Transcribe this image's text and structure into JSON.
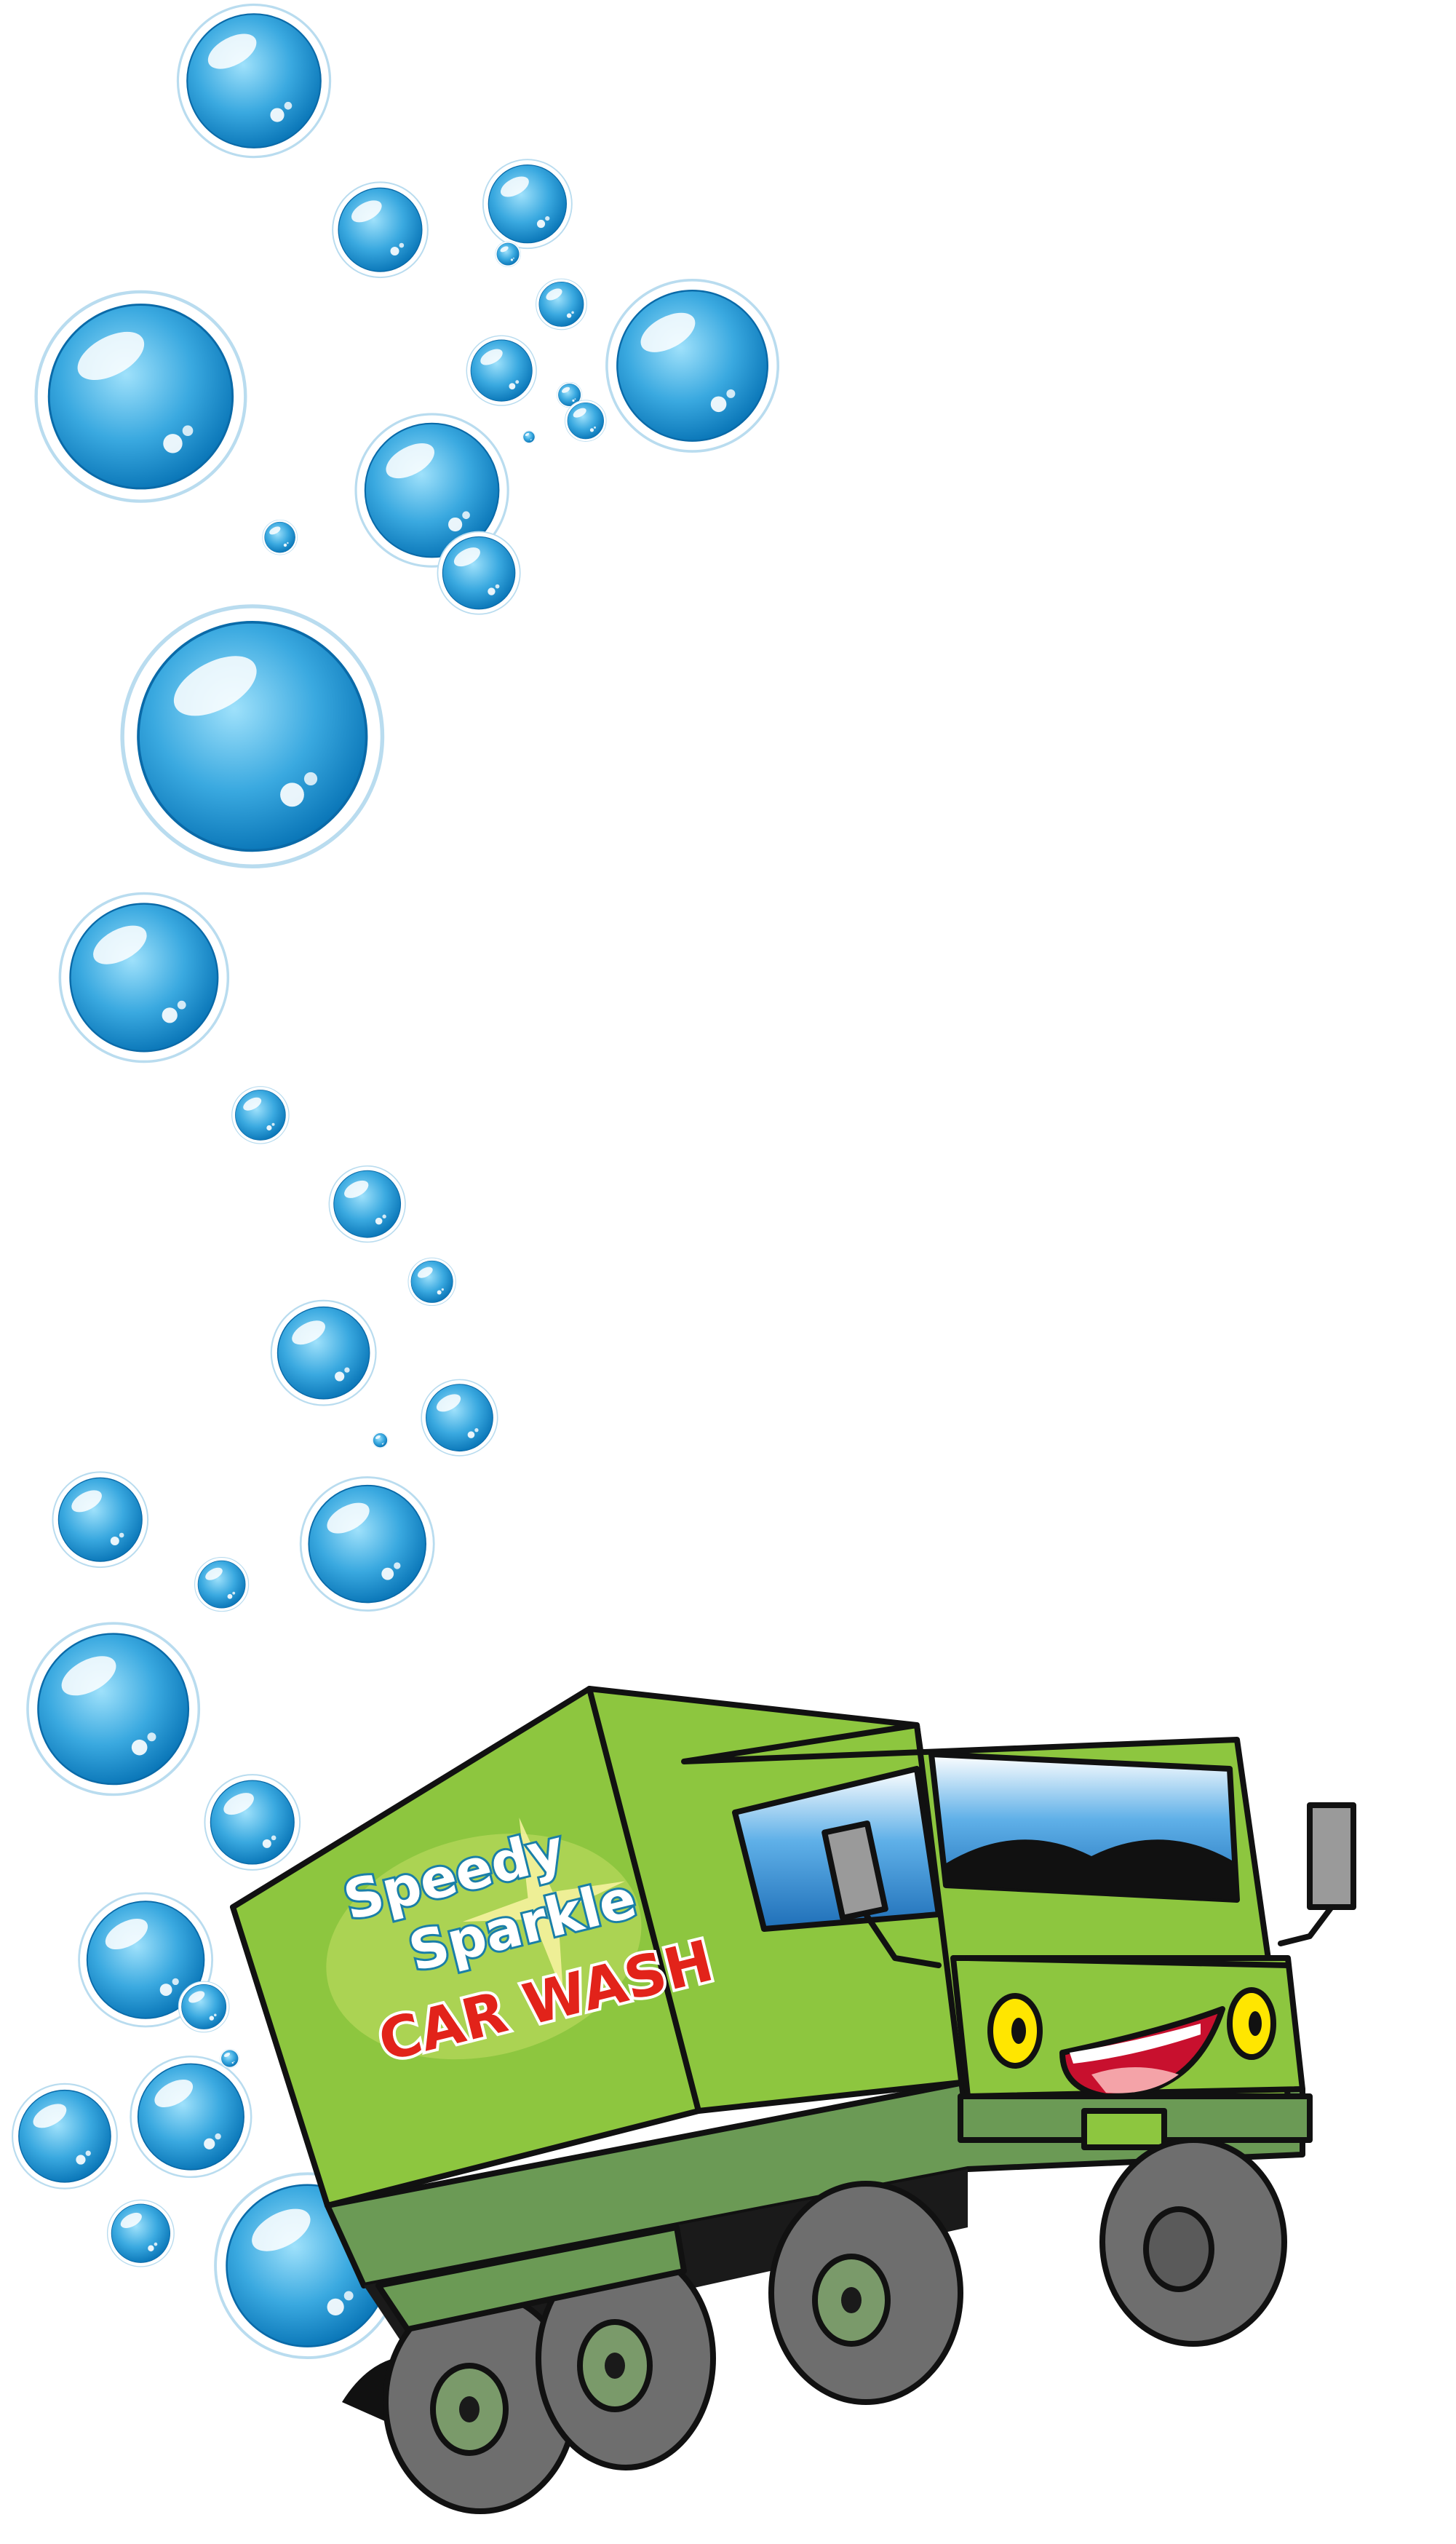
{
  "colors": {
    "bubble_light": "#8fd8f7",
    "bubble_dark": "#0a7fc1",
    "bubble_rim": "#d7ecf7",
    "truck_green": "#8dc63f",
    "truck_dark_green": "#5a8a3a",
    "wheel_gray": "#6e6e6e",
    "wheel_hub": "#7a9a6a",
    "window_blue": "#3c8fd0",
    "mirror_gray": "#9a9a9a",
    "eye_yellow": "#ffe600",
    "mouth_red": "#c8102e",
    "tongue_pink": "#f4a3a8",
    "logo_red": "#e2231a",
    "logo_white": "#ffffff",
    "logo_teal": "#1aa3c8",
    "outline": "#111111"
  },
  "logo": {
    "line1": "Speedy",
    "line2": "Sparkle",
    "line3": "CAR WASH"
  },
  "icons": {
    "mascot": "cartoon-truck-mascot",
    "bubbles": "soap-bubble-icon"
  }
}
